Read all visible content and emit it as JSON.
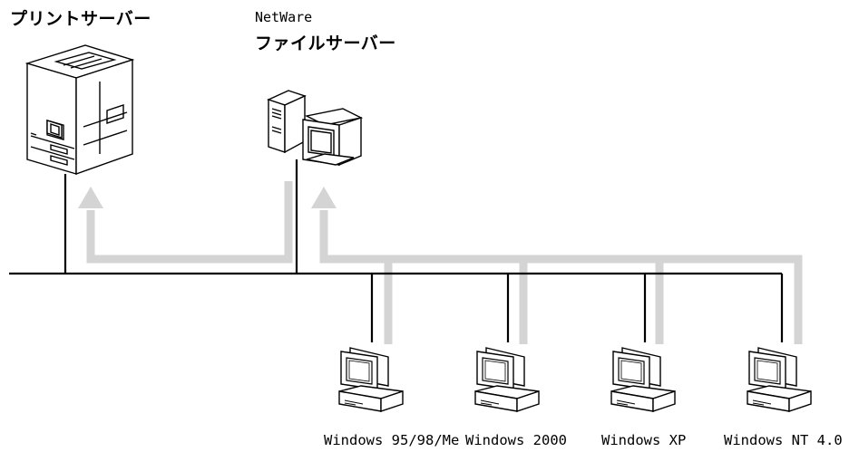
{
  "print_server": {
    "label": "プリントサーバー"
  },
  "file_server": {
    "product": "NetWare",
    "label": "ファイルサーバー"
  },
  "clients": [
    {
      "label": "Windows 95/98/Me"
    },
    {
      "label": "Windows 2000"
    },
    {
      "label": "Windows XP"
    },
    {
      "label": "Windows NT 4.0"
    }
  ],
  "colors": {
    "line": "#000000",
    "flow": "#d4d4d4",
    "device_fill": "#ffffff",
    "device_stroke": "#000000"
  },
  "icons": [
    "printer-icon",
    "server-icon",
    "computer-icon"
  ]
}
